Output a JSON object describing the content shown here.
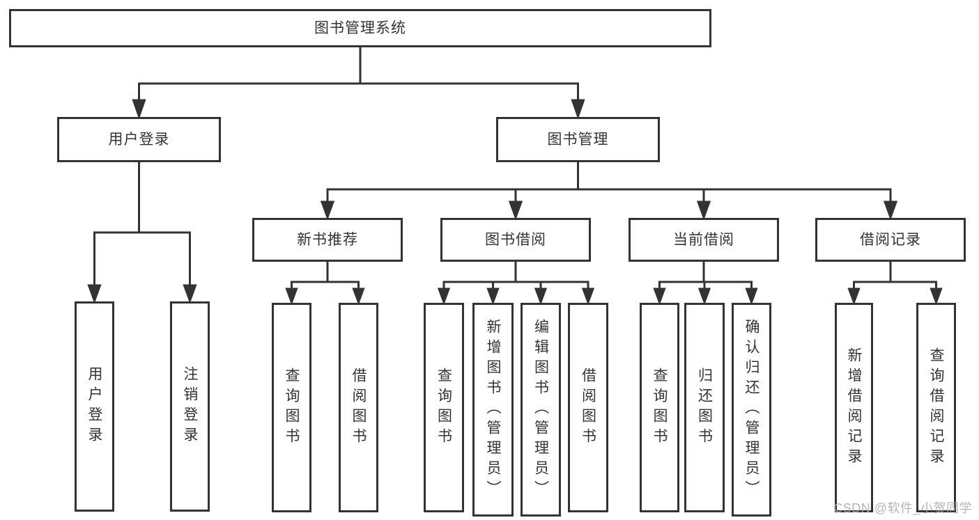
{
  "diagram": {
    "type": "hierarchy-flowchart",
    "root": {
      "label": "图书管理系统",
      "children": [
        {
          "label": "用户登录",
          "children": [
            {
              "label": "用户登录"
            },
            {
              "label": "注销登录"
            }
          ]
        },
        {
          "label": "图书管理",
          "children": [
            {
              "label": "新书推荐",
              "children": [
                {
                  "label": "查询图书"
                },
                {
                  "label": "借阅图书"
                }
              ]
            },
            {
              "label": "图书借阅",
              "children": [
                {
                  "label": "查询图书"
                },
                {
                  "label": "新增图书（管理员）"
                },
                {
                  "label": "编辑图书（管理员）"
                },
                {
                  "label": "借阅图书"
                }
              ]
            },
            {
              "label": "当前借阅",
              "children": [
                {
                  "label": "查询图书"
                },
                {
                  "label": "归还图书"
                },
                {
                  "label": "确认归还（管理员）"
                }
              ]
            },
            {
              "label": "借阅记录",
              "children": [
                {
                  "label": "新增借阅记录"
                },
                {
                  "label": "查询借阅记录"
                }
              ]
            }
          ]
        }
      ]
    }
  },
  "watermark": {
    "text": "CSDN @软件_小贺同学"
  },
  "colors": {
    "line": "#333333",
    "box_border": "#333333",
    "text": "#333333",
    "background": "#ffffff",
    "watermark": "#a9a9a9"
  }
}
